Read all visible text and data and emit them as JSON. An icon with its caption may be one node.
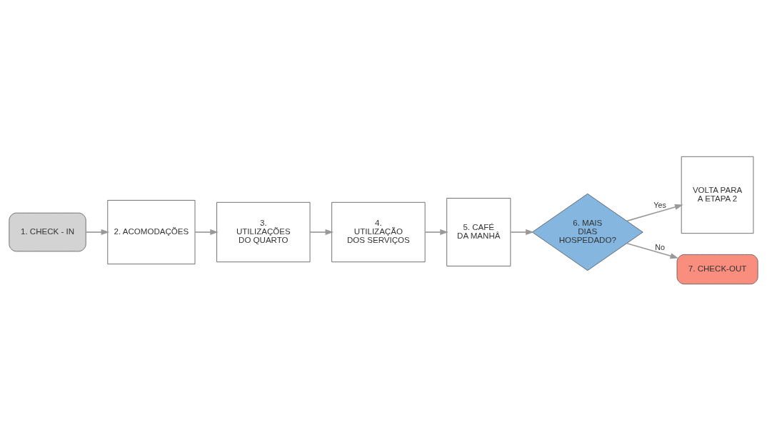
{
  "diagram": {
    "nodes": [
      {
        "text": [
          "1. CHECK - IN"
        ]
      },
      {
        "text": [
          "2. ACOMODAÇÕES"
        ]
      },
      {
        "text": [
          "3. UTILIZAÇÕES DO QUARTO"
        ]
      },
      {
        "text": [
          "4. UTILIZAÇÃO DOS SERVIÇOS"
        ]
      },
      {
        "text": [
          "5. CAFÉ DA MANHÂ"
        ]
      },
      {
        "text": [
          "6. MAIS DIAS HOSPEDADO?"
        ]
      },
      {
        "text": [
          "VOLTA PARA A ETAPA 2"
        ]
      },
      {
        "text": [
          "7. CHECK-OUT"
        ]
      }
    ],
    "edges": [
      {
        "from": 0,
        "to": 1,
        "arrow": "to"
      },
      {
        "from": 1,
        "to": 2,
        "arrow": "to"
      },
      {
        "from": 2,
        "to": 3,
        "arrow": "to"
      },
      {
        "from": 3,
        "to": 4,
        "arrow": "to"
      },
      {
        "from": 4,
        "to": 5,
        "arrow": "to"
      },
      {
        "from": 5,
        "to": 6,
        "arrow": "to",
        "label": "Yes"
      },
      {
        "from": 5,
        "to": 7,
        "arrow": "to",
        "label": "No"
      }
    ]
  }
}
